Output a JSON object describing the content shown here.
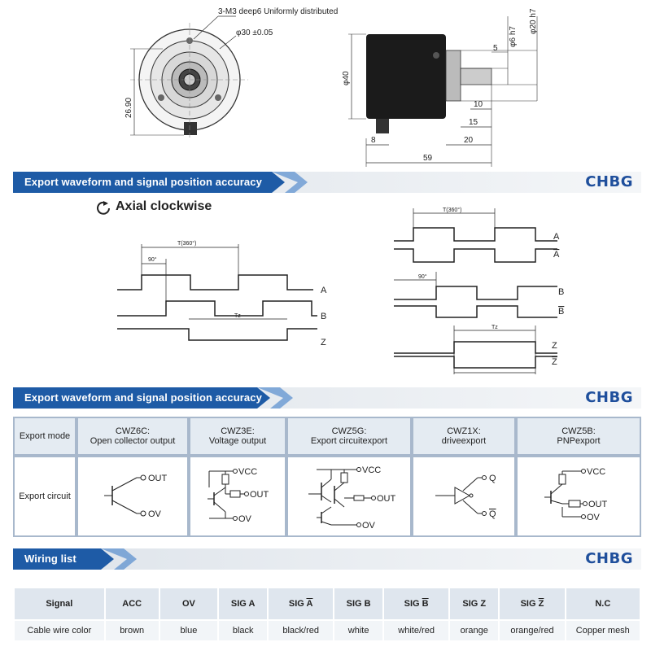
{
  "drawing": {
    "note": "3-M3 deep6 Uniformly distributed",
    "front_dia": "φ30 ±0.05",
    "front_height": "26.90",
    "side_body_dia": "φ40",
    "shaft_dia_1": "φ6 h7",
    "shaft_dia_2": "φ20 h7",
    "dim_5": "5",
    "dim_10": "10",
    "dim_15": "15",
    "dim_20": "20",
    "dim_8": "8",
    "dim_59": "59"
  },
  "section1": {
    "title": "Export waveform and signal position accuracy",
    "brand": "CHBG"
  },
  "waveform": {
    "heading": "Axial clockwise",
    "left": {
      "period": "T(360°)",
      "phase": "90°",
      "tz": "Tz",
      "label_a": "A",
      "label_b": "B",
      "label_z": "Z"
    },
    "right": {
      "period": "T(360°)",
      "phase": "90°",
      "tz": "Tz",
      "label_a": "A",
      "label_abar": "A",
      "label_b": "B",
      "label_bbar": "B",
      "label_z": "Z",
      "label_zbar": "Z"
    }
  },
  "section2": {
    "title": "Export waveform and signal position accuracy",
    "brand": "CHBG"
  },
  "circuits": {
    "row1_label": "Export mode",
    "row2_label": "Export circuit",
    "modes": [
      {
        "code": "CWZ6C:",
        "desc": "Open collector output"
      },
      {
        "code": "CWZ3E:",
        "desc": "Voltage output"
      },
      {
        "code": "CWZ5G:",
        "desc": "Export circuitexport"
      },
      {
        "code": "CWZ1X:",
        "desc": "driveexport"
      },
      {
        "code": "CWZ5B:",
        "desc": "PNPexport"
      }
    ],
    "labels": {
      "out": "OUT",
      "ov": "OV",
      "vcc": "VCC",
      "q": "Q",
      "qbar": "Q"
    }
  },
  "section3": {
    "title": "Wiring list",
    "brand": "CHBG"
  },
  "wiring": {
    "header_label": "Signal",
    "row_label": "Cable wire color",
    "signals": [
      {
        "sig": "ACC",
        "bar": "",
        "color": "brown"
      },
      {
        "sig": "OV",
        "bar": "",
        "color": "blue"
      },
      {
        "sig": "SIG A",
        "bar": "",
        "color": "black"
      },
      {
        "sig": "SIG ",
        "bar": "A",
        "color": "black/red"
      },
      {
        "sig": "SIG B",
        "bar": "",
        "color": "white"
      },
      {
        "sig": "SIG ",
        "bar": "B",
        "color": "white/red"
      },
      {
        "sig": "SIG Z",
        "bar": "",
        "color": "orange"
      },
      {
        "sig": "SIG ",
        "bar": "Z",
        "color": "orange/red"
      },
      {
        "sig": "N.C",
        "bar": "",
        "color": "Copper mesh"
      }
    ]
  }
}
